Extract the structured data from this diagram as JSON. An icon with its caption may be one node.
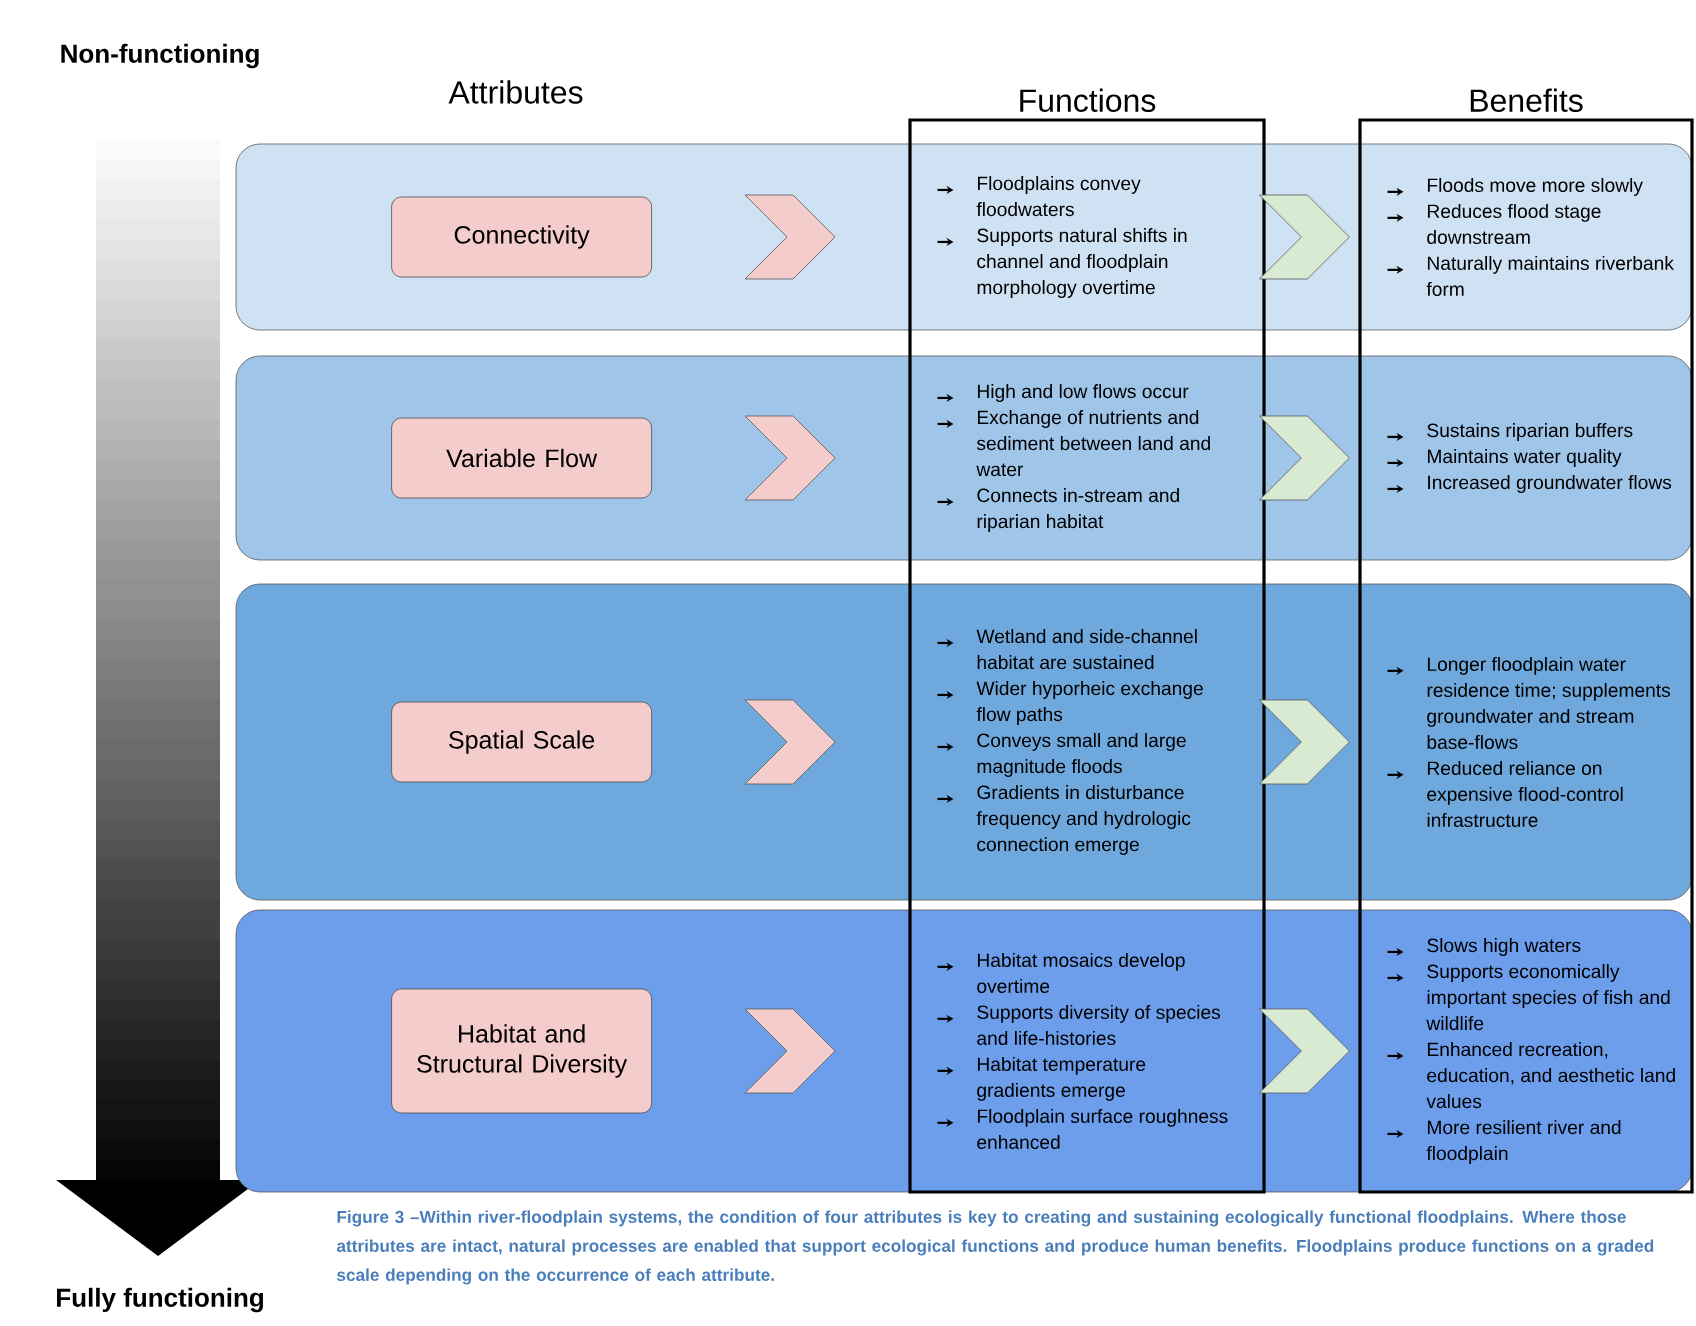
{
  "diagram": {
    "caption": "Figure 3 –Within river-floodplain systems, the condition of four attributes is key to creating and sustaining ecologically functional floodplains. Where those attributes are intact, natural processes are enabled that support ecological functions and produce human benefits. Floodplains produce functions on a graded scale depending on the occurrence of each attribute.",
    "nodes": [
      {
        "text": [
          "Functions"
        ]
      },
      {
        "text": [
          "Benefits"
        ]
      },
      {
        "text": [],
        "shape": "box"
      },
      {
        "text": [
          "Connectivity"
        ],
        "in": 2
      },
      {
        "text": [
          "Floodplains convey floodwaters",
          "Supports natural shifts in channel and floodplain morphology overtime"
        ]
      },
      {
        "text": [
          "Floods move more slowly",
          "Reduces flood stage downstream",
          "Naturally maintains riverbank form"
        ]
      },
      {
        "text": [],
        "shape": "box"
      },
      {
        "text": [
          "Variable Flow"
        ],
        "in": 6
      },
      {
        "text": [
          "High and low flows occur",
          "Exchange of nutrients and sediment between land and water",
          "Connects in-stream and riparian habitat"
        ]
      },
      {
        "text": [
          "Sustains riparian buffers",
          "Maintains water quality",
          "Increased groundwater flows"
        ]
      },
      {
        "text": [],
        "shape": "box"
      },
      {
        "text": [
          "Spatial Scale"
        ],
        "in": 10
      },
      {
        "text": [
          "Wetland and side-channel habitat are sustained",
          "Wider hyporheic exchange flow paths",
          "Conveys small and large magnitude floods",
          "Gradients in disturbance frequency and hydrologic connection emerge"
        ]
      },
      {
        "text": [
          "Longer floodplain water residence time; supplements groundwater and stream base-flows",
          "Reduced reliance on expensive flood-control infrastructure"
        ]
      },
      {
        "text": [],
        "shape": "box"
      },
      {
        "text": [
          "Habitat and Structural Diversity"
        ],
        "in": 14
      },
      {
        "text": [
          "Habitat mosaics develop overtime",
          "Supports diversity of species and life-histories",
          "Habitat temperature gradients emerge",
          "Floodplain surface roughness enhanced"
        ]
      },
      {
        "text": [
          "Slows high waters",
          "Supports economically important species of fish and wildlife",
          "Enhanced recreation, education, and aesthetic land values",
          "More resilient river and floodplain"
        ]
      }
    ],
    "edges": [
      {
        "from": 3,
        "to": 4,
        "arrow": "to",
        "color": "#f4cccc"
      },
      {
        "from": 4,
        "to": 5,
        "arrow": "to",
        "color": "#d9ead3"
      },
      {
        "from": 7,
        "to": 8,
        "arrow": "to",
        "color": "#f4cccc"
      },
      {
        "from": 8,
        "to": 9,
        "arrow": "to",
        "color": "#d9ead3"
      },
      {
        "from": 11,
        "to": 12,
        "arrow": "to",
        "color": "#f4cccc"
      },
      {
        "from": 12,
        "to": 13,
        "arrow": "to",
        "color": "#d9ead3"
      },
      {
        "from": 15,
        "to": 16,
        "arrow": "to",
        "color": "#f4cccc"
      },
      {
        "from": 16,
        "to": 17,
        "arrow": "to",
        "color": "#d9ead3"
      }
    ],
    "labels": [
      "Non-functioning",
      "Attributes",
      "Fully functioning"
    ]
  }
}
